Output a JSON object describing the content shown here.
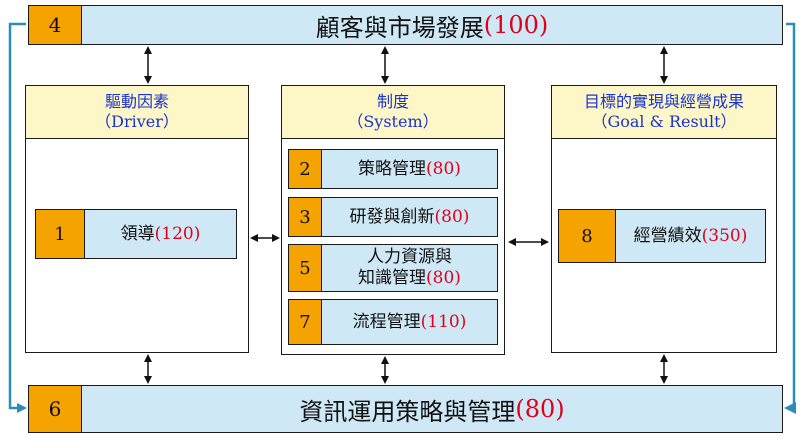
{
  "top_bar": {
    "number": "4",
    "label": "顧客與市場發展",
    "score": "(100)"
  },
  "bottom_bar": {
    "number": "6",
    "label": "資訊運用策略與管理",
    "score": "(80)"
  },
  "left_column": {
    "title": "驅動因素",
    "subtitle": "（Driver）",
    "item": {
      "number": "1",
      "label": "領導",
      "score": "(120)"
    }
  },
  "middle_column": {
    "title": "制度",
    "subtitle": "（System）",
    "items": [
      {
        "number": "2",
        "label": "策略管理",
        "score": "(80)"
      },
      {
        "number": "3",
        "label": "研發與創新",
        "score": "(80)"
      },
      {
        "number": "5",
        "line1": "人力資源與",
        "line2": "知識管理",
        "score": "(80)"
      },
      {
        "number": "7",
        "label": "流程管理",
        "score": "(110)"
      }
    ]
  },
  "right_column": {
    "title": "目標的實現與經營成果",
    "subtitle": "（Goal & Result）",
    "item": {
      "number": "8",
      "label": "經營績效",
      "score": "(350)"
    }
  },
  "colors": {
    "bar_fill": "#cfe8f6",
    "number_fill": "#f5a300",
    "header_fill": "#fdf7c8",
    "score_text": "#e0001b",
    "header_text": "#1a33cc",
    "loop_arrow": "#2a8fb8"
  }
}
